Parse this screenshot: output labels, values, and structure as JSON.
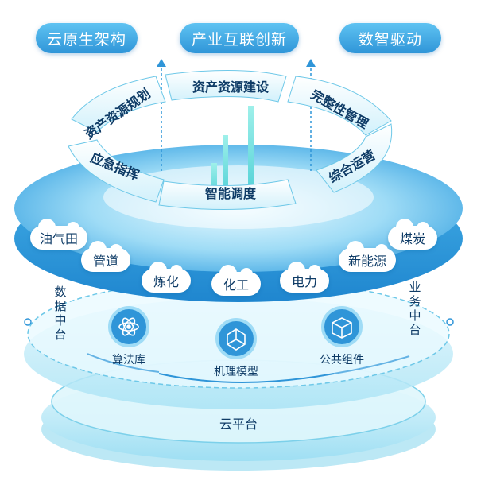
{
  "top_pills": [
    {
      "label": "云原生架构"
    },
    {
      "label": "产业互联创新"
    },
    {
      "label": "数智驱动"
    }
  ],
  "ring_segments": [
    {
      "label": "资产资源建设"
    },
    {
      "label": "完整性管理"
    },
    {
      "label": "综合运营"
    },
    {
      "label": "智能调度"
    },
    {
      "label": "应急指挥"
    },
    {
      "label": "资产资源规划"
    }
  ],
  "industries": [
    {
      "label": "油气田"
    },
    {
      "label": "管道"
    },
    {
      "label": "炼化"
    },
    {
      "label": "化工"
    },
    {
      "label": "电力"
    },
    {
      "label": "新能源"
    },
    {
      "label": "煤炭"
    }
  ],
  "middle_layer": {
    "left_label": "数据中台",
    "right_label": "业务中台",
    "components": [
      {
        "label": "算法库",
        "icon": "atom-icon"
      },
      {
        "label": "机理模型",
        "icon": "network-cube-icon"
      },
      {
        "label": "公共组件",
        "icon": "box-icon"
      }
    ]
  },
  "base": {
    "label": "云平台"
  },
  "colors": {
    "primary": "#2f95d8",
    "light": "#bfe9f8",
    "dark_text": "#0e3b66"
  }
}
